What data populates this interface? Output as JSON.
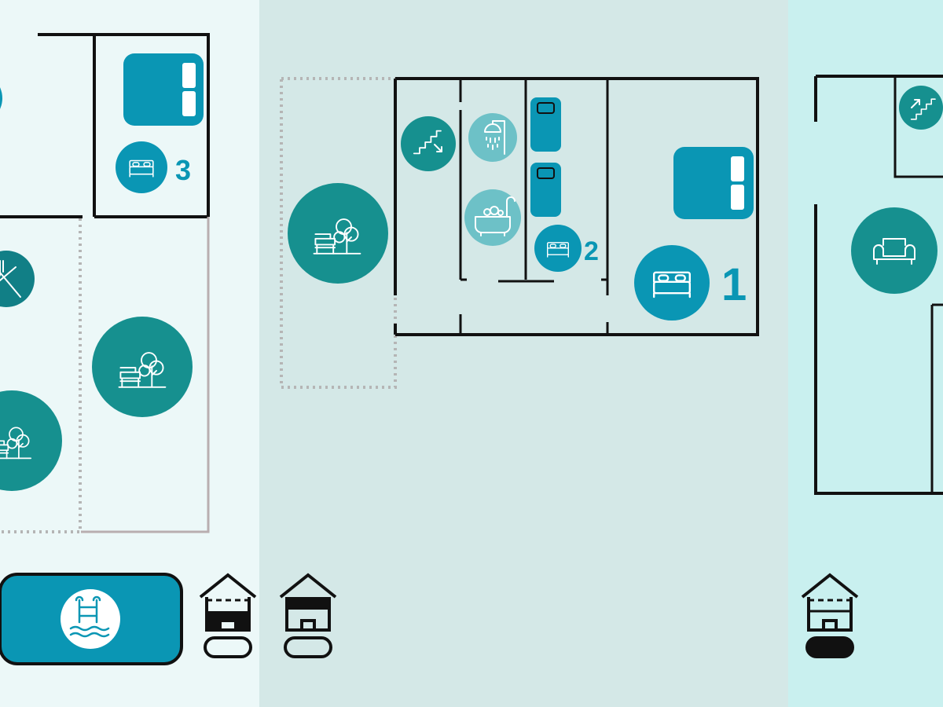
{
  "colors": {
    "left_bg": "#ecf8f8",
    "middle_bg": "#d4e8e7",
    "right_bg": "#c9f0ef",
    "teal": "#0a96b4",
    "dark_teal": "#16908f",
    "light_teal": "#6dc1c7",
    "walls": "#111111"
  },
  "rooms": [
    {
      "number": "1",
      "icon": "double-bed-icon",
      "beds": "double-bed-icon"
    },
    {
      "number": "2",
      "icon": "double-bed-icon",
      "beds": "two-single-beds"
    },
    {
      "number": "3",
      "icon": "double-bed-icon",
      "beds": "double-bed-icon"
    }
  ],
  "features": [
    "garden-icon",
    "stairs-down-icon",
    "stairs-up-icon",
    "shower-icon",
    "bathtub-icon",
    "kitchen-utensils-icon",
    "living-room-sofa-icon",
    "pool-icon"
  ],
  "floor_indicators": [
    {
      "icon": "house-floor-icon",
      "state": "lower floor highlighted"
    },
    {
      "icon": "house-floor-icon",
      "state": "upper floor highlighted"
    },
    {
      "icon": "house-floor-icon",
      "state": "ground highlighted"
    }
  ]
}
